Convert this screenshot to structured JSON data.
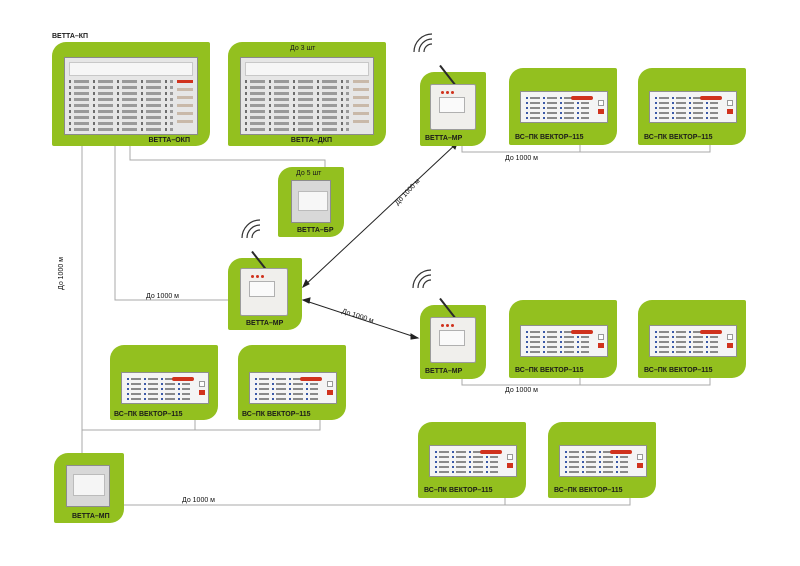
{
  "title": "ВЕТТА–КП",
  "labels": {
    "okp": "ВЕТТА–ОКП",
    "dkp": "ВЕТТА–ДКП",
    "dkp_count": "До 3 шт",
    "br": "ВЕТТА–БР",
    "br_count": "До 5 шт",
    "mr": "ВЕТТА–МР",
    "mp": "ВЕТТА–МП",
    "vector": "ВС–ПК ВЕКТОР–115"
  },
  "distances": {
    "vertical": "До 1000 м",
    "center_link": "До 1000 м",
    "diag_top": "До 1000 м",
    "diag_bottom": "До 1000 м",
    "top_chain": "До 1000 м",
    "mid_chain": "До 1000 м",
    "bottom_link": "До 1000 м"
  },
  "colors": {
    "node_green": "#93c01f",
    "line": "#9aa0a6",
    "accent_red": "#d0321d"
  }
}
